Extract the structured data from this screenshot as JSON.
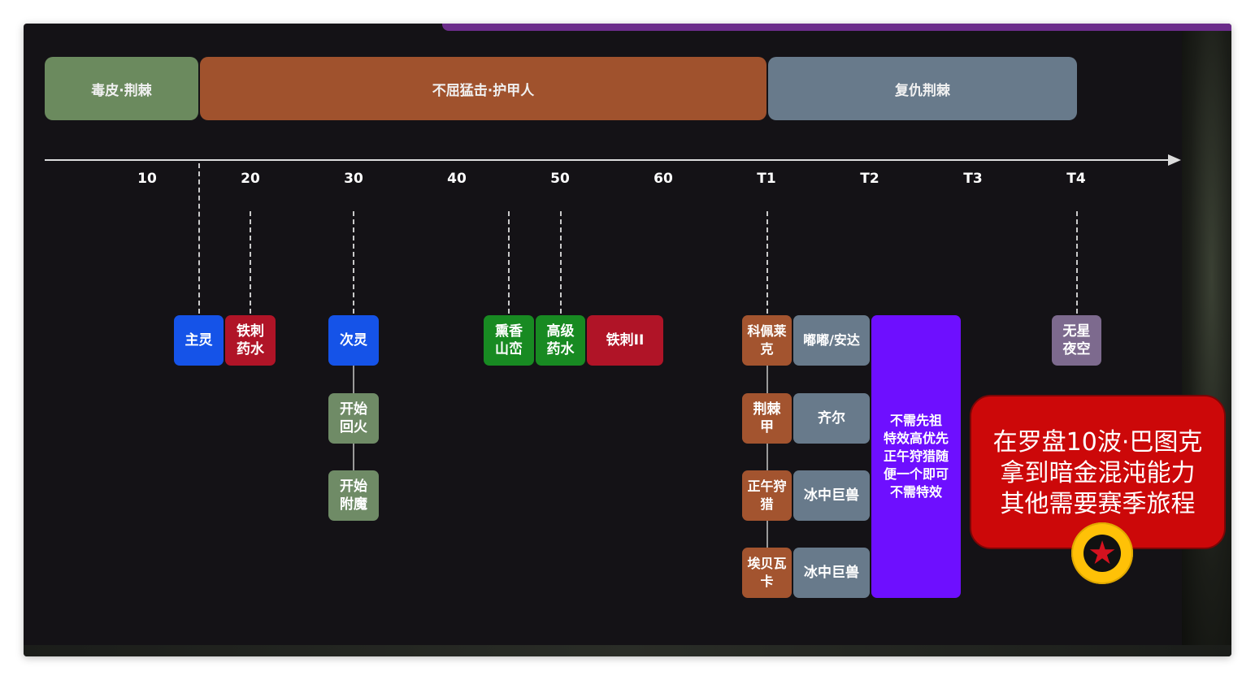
{
  "phases": [
    {
      "label": "毒皮·荆棘",
      "color": "#6b8a5e"
    },
    {
      "label": "不屈猛击·护甲人",
      "color": "#a0522d"
    },
    {
      "label": "复仇荆棘",
      "color": "#687a8b"
    }
  ],
  "ticks": [
    "10",
    "20",
    "30",
    "40",
    "50",
    "60",
    "T1",
    "T2",
    "T3",
    "T4"
  ],
  "boxes": {
    "zhuling": "主灵",
    "tieci_potion": "铁刺\n药水",
    "ciling": "次灵",
    "kaishi_huihuo": "开始\n回火",
    "kaishi_fumo": "开始\n附魔",
    "xunxiang": "熏香\n山峦",
    "gaoji_potion": "高级\n药水",
    "tieci2": "铁刺II",
    "kepeilaike": "科佩莱\n克",
    "dudu_anda": "嘟嘟/安达",
    "jingji_jia": "荆棘\n甲",
    "qier": "齐尔",
    "zhengwu_shoulie": "正午狩\n猎",
    "bingzhong_jushou_1": "冰中巨兽",
    "aibeiwaka": "埃贝瓦\n卡",
    "bingzhong_jushou_2": "冰中巨兽",
    "no_ancestor_note": "不需先祖\n特效高优先\n正午狩猎随\n便一个即可\n不需特效",
    "wuxing_yekong": "无星\n夜空"
  },
  "callout": {
    "text": "在罗盘10波·巴图克\n拿到暗金混沌能力\n其他需要赛季旅程"
  },
  "icons": {
    "star": "star-icon",
    "axis_arrow": "arrow-right-icon"
  },
  "colors": {
    "background": "#141216",
    "accent_purple": "#6b2c8a",
    "callout_red": "#cc0809",
    "badge_yellow": "#ffc107"
  }
}
